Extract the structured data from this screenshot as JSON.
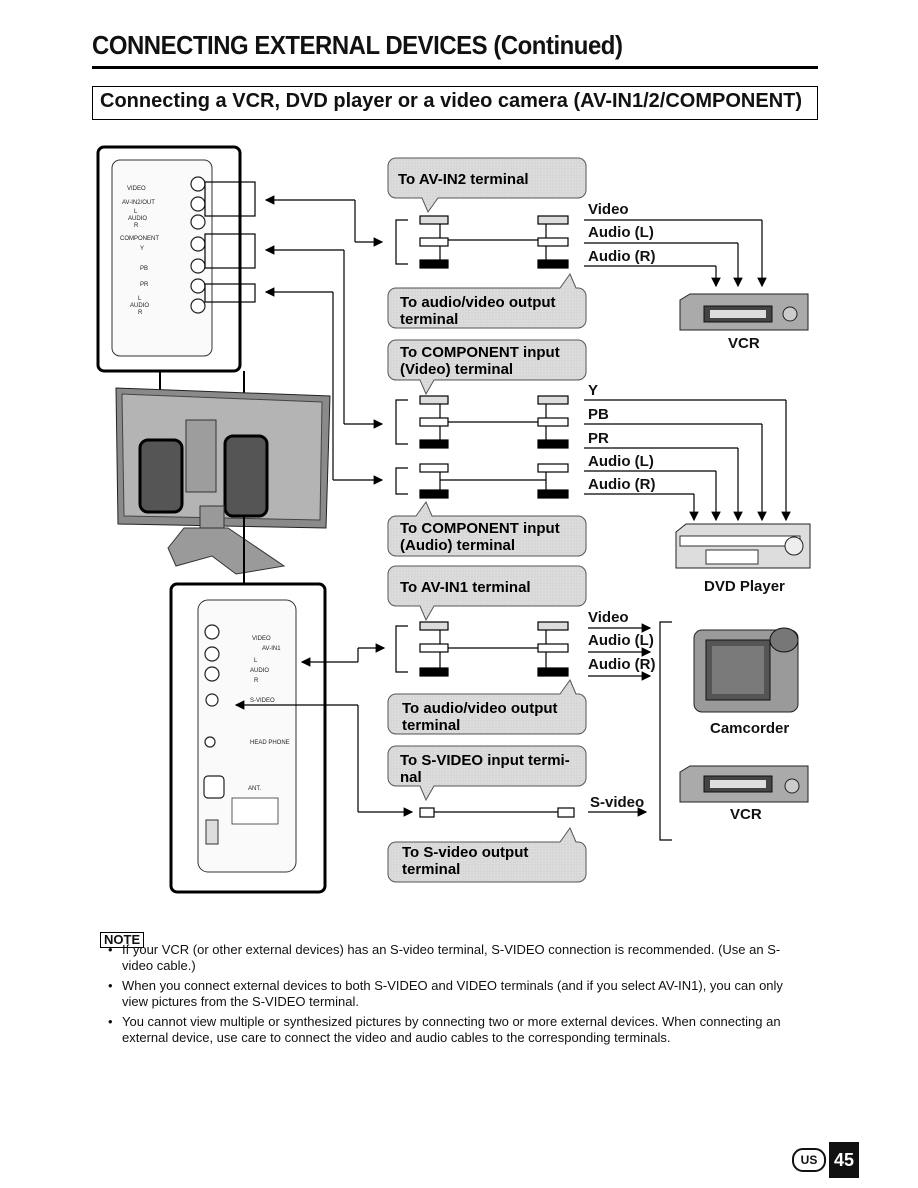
{
  "page": {
    "title": "CONNECTING EXTERNAL DEVICES (Continued)",
    "section_title": "Connecting a VCR, DVD player or a video camera (AV-IN1/2/COMPONENT)",
    "page_number": "45",
    "region_badge": "US"
  },
  "bubbles": {
    "av_in2": "To AV-IN2 terminal",
    "av_out_1_line1": "To audio/video output",
    "av_out_1_line2": "terminal",
    "comp_video_line1": "To COMPONENT input",
    "comp_video_line2": "(Video) terminal",
    "comp_audio_line1": "To COMPONENT input",
    "comp_audio_line2": "(Audio) terminal",
    "av_in1": "To AV-IN1 terminal",
    "av_out_2_line1": "To audio/video output",
    "av_out_2_line2": "terminal",
    "svideo_in_line1": "To S-VIDEO input termi-",
    "svideo_in_line2": "nal",
    "svideo_out_line1": "To S-video output",
    "svideo_out_line2": "terminal"
  },
  "cable_labels": {
    "group1": [
      "Video",
      "Audio (L)",
      "Audio (R)"
    ],
    "group2": [
      "Y",
      "PB",
      "PR",
      "Audio (L)",
      "Audio (R)"
    ],
    "group3": [
      "Video",
      "Audio (L)",
      "Audio (R)"
    ],
    "svideo": "S-video"
  },
  "devices": {
    "vcr1": "VCR",
    "dvd": "DVD Player",
    "camcorder": "Camcorder",
    "vcr2": "VCR"
  },
  "panel_upper": {
    "video": "VIDEO",
    "av_in2": "AV-IN2/OUT",
    "l": "L",
    "audio": "AUDIO",
    "r": "R",
    "component": "COMPONENT",
    "y": "Y",
    "pb": "PB",
    "pr": "PR",
    "l2": "L",
    "audio2": "AUDIO",
    "r2": "R"
  },
  "panel_lower": {
    "video": "VIDEO",
    "av_in1": "AV-IN1",
    "l": "L",
    "audio": "AUDIO",
    "r": "R",
    "svideo": "S-VIDEO",
    "headphone": "HEAD PHONE",
    "ant": "ANT."
  },
  "note": {
    "tag": "NOTE",
    "items": [
      "If your VCR (or other external devices) has an S-video terminal, S-VIDEO connection is recommended. (Use an S-video cable.)",
      "When you connect external devices to both S-VIDEO and VIDEO terminals (and if you select AV-IN1), you can only view pictures from the S-VIDEO terminal.",
      "You cannot view multiple or synthesized pictures by connecting two or more external devices. When connecting an external device, use care to connect the video and audio cables to the corresponding terminals."
    ]
  },
  "colors": {
    "bubble_fill": "#dcdcdc",
    "line": "#000000"
  }
}
